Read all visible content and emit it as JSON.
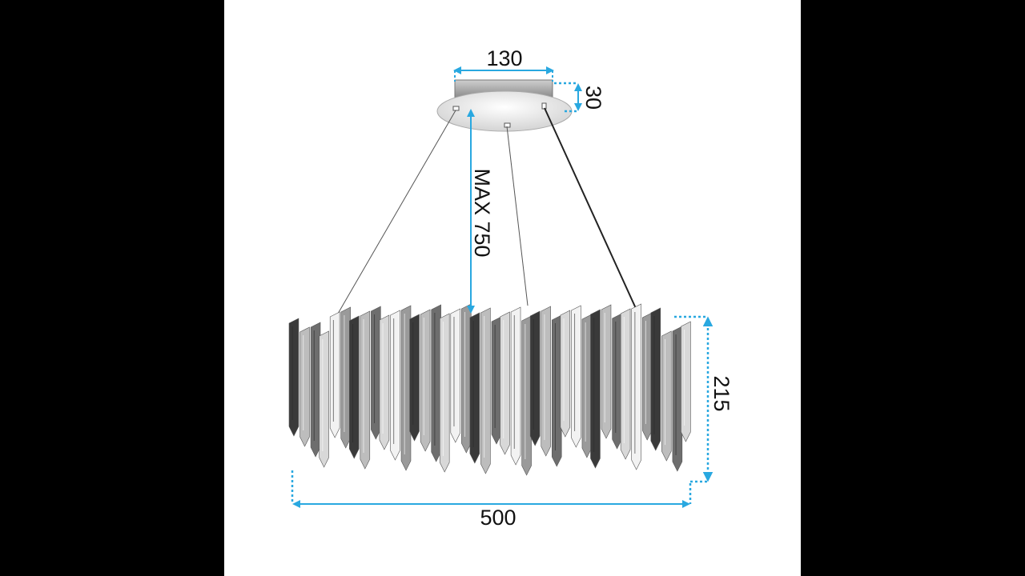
{
  "dimensions": {
    "canopy_width": "130",
    "canopy_height": "30",
    "max_drop": "MAX 750",
    "shade_height": "215",
    "shade_width": "500"
  },
  "colors": {
    "dimension_line": "#29a8e0",
    "background": "#ffffff",
    "letterbox": "#000000",
    "metal_dark": "#3a3a3a",
    "metal_mid": "#9a9a9a",
    "metal_light": "#f2f2f2"
  }
}
